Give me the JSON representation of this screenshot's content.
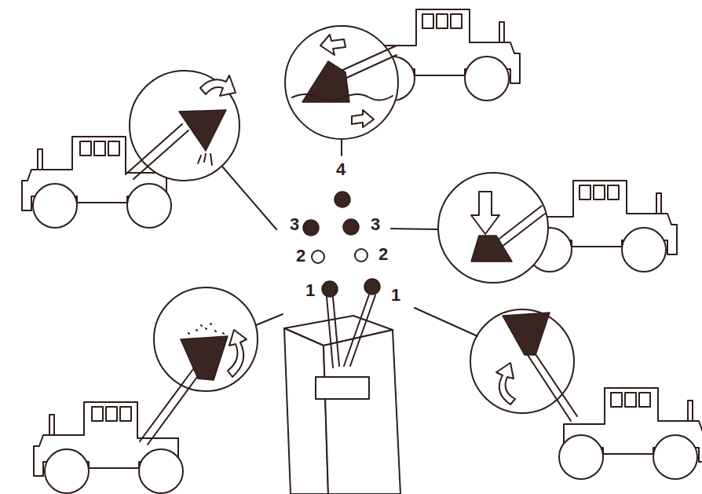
{
  "diagram": {
    "labels": [
      "4",
      "3",
      "3",
      "2",
      "2",
      "1",
      "1"
    ]
  }
}
